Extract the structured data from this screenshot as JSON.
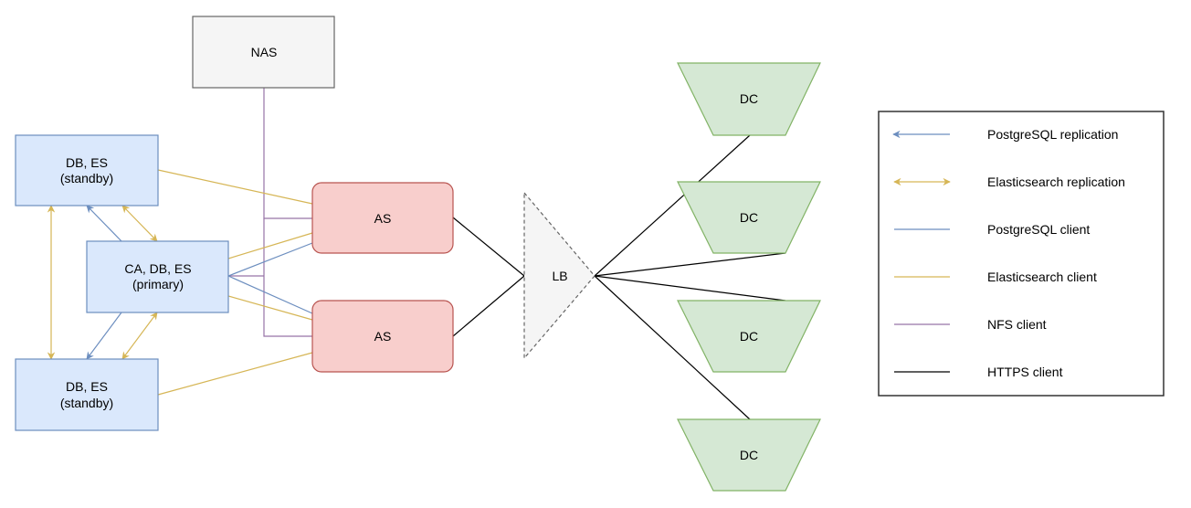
{
  "colors": {
    "postgres": "#6c8ebf",
    "elastic": "#d6b656",
    "nfs": "#9673a6",
    "https": "#000000",
    "db_fill": "#dae8fc",
    "db_stroke": "#6c8ebf",
    "as_fill": "#f8cecc",
    "as_stroke": "#b85450",
    "dc_fill": "#d5e8d4",
    "dc_stroke": "#82b366",
    "nas_fill": "#f5f5f5",
    "nas_stroke": "#666666"
  },
  "nodes": {
    "nas": "NAS",
    "standby_top": [
      "DB, ES",
      "(standby)"
    ],
    "primary": [
      "CA, DB, ES",
      "(primary)"
    ],
    "standby_bottom": [
      "DB, ES",
      "(standby)"
    ],
    "as_top": "AS",
    "as_bottom": "AS",
    "lb": "LB",
    "dc": [
      "DC",
      "DC",
      "DC",
      "DC"
    ]
  },
  "legend": [
    {
      "label": "PostgreSQL replication",
      "style": "postgres-arrow"
    },
    {
      "label": "Elasticsearch replication",
      "style": "elastic-double-arrow"
    },
    {
      "label": "PostgreSQL client",
      "style": "postgres-line"
    },
    {
      "label": "Elasticsearch client",
      "style": "elastic-line"
    },
    {
      "label": "NFS client",
      "style": "nfs-line"
    },
    {
      "label": "HTTPS client",
      "style": "https-line"
    }
  ]
}
